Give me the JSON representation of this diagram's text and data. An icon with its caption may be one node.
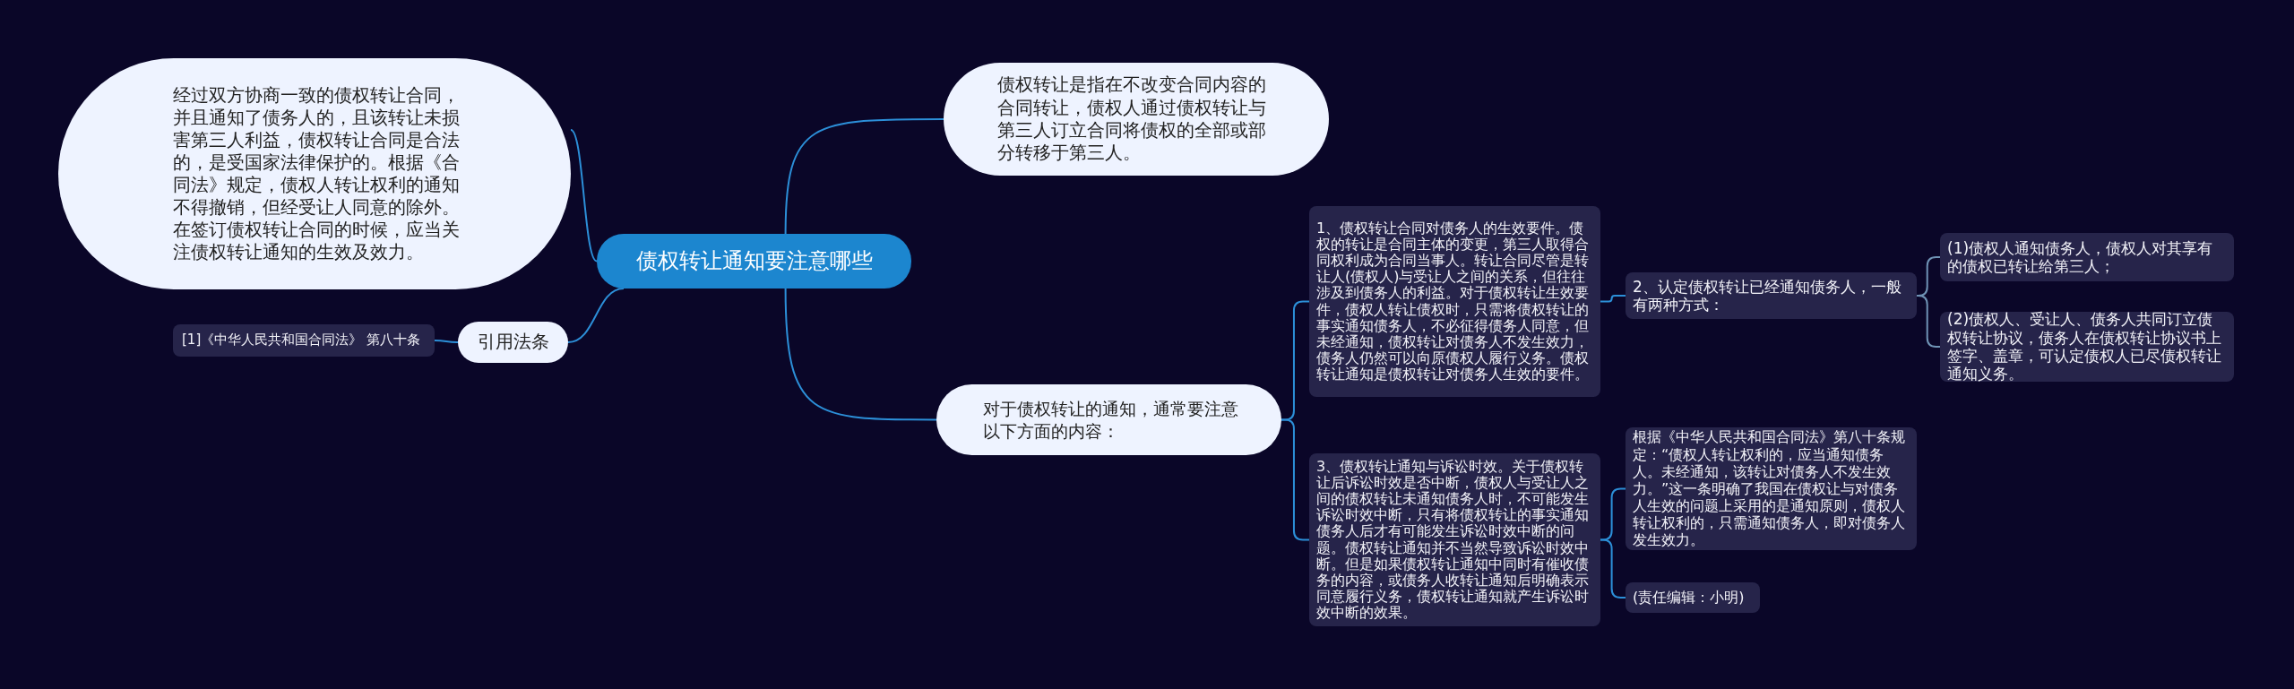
{
  "diagram": {
    "nodes": [
      {
        "text": [
          "债权转让通知要注意哪些"
        ]
      },
      {
        "text": [
          "经过双方协商一致的债权转让合同，并且通知了债务人的，且该转让未损害第三人利益，债权转让合同是合法的，是受国家法律保护的。根据《合同法》规定，债权人转让权利的通知不得撤销，但经受让人同意的除外。在签订债权转让合同的时候，应当关注债权转让通知的生效及效力。"
        ]
      },
      {
        "text": [
          "债权转让是指在不改变合同内容的合同转让，债权人通过债权转让与第三人订立合同将债权的全部或部分转移于第三人。"
        ]
      },
      {
        "text": [
          "[1]《中华人民共和国合同法》 第八十条"
        ]
      },
      {
        "text": [
          "引用法条"
        ]
      },
      {
        "text": [
          "对于债权转让的通知，通常要注意以下方面的内容："
        ]
      },
      {
        "text": [
          "1、债权转让合同对债务人的生效要件。债权的转让是合同主体的变更，第三人取得合同权利成为合同当事人。转让合同尽管是转让人(债权人)与受让人之间的关系，但往往涉及到债务人的利益。对于债权转让生效要件，债权人转让债权时，只需将债权转让的事实通知债务人，不必征得债务人同意，但未经通知，债权转让对债务人不发生效力，债务人仍然可以向原债权人履行义务。债权转让通知是债权转让对债务人生效的要件。"
        ]
      },
      {
        "text": [
          "2、认定债权转让已经通知债务人，一般有两种方式："
        ]
      },
      {
        "text": [
          "(1)债权人通知债务人，债权人对其享有的债权已转让给第三人；"
        ]
      },
      {
        "text": [
          "(2)债权人、受让人、债务人共同订立债权转让协议，债务人在债权转让协议书上签字、盖章，可认定债权人已尽债权转让通知义务。"
        ]
      },
      {
        "text": [
          "3、债权转让通知与诉讼时效。关于债权转让后诉讼时效是否中断，债权人与受让人之间的债权转让未通知债务人时，不可能发生诉讼时效中断，只有将债权转让的事实通知债务人后才有可能发生诉讼时效中断的问题。债权转让通知并不当然导致诉讼时效中断。但是如果债权转让通知中同时有催收债务的内容，或债务人收转让通知后明确表示同意履行义务，债权转让通知就产生诉讼时效中断的效果。"
        ]
      },
      {
        "text": [
          "根据《中华人民共和国合同法》第八十条规定：“债权人转让权利的，应当通知债务人。未经通知，该转让对债务人不发生效力。”这一条明确了我国在债权让与对债务人生效的问题上采用的是通知原则，债权人转让权利的，只需通知债务人，即对债务人发生效力。"
        ]
      },
      {
        "text": [
          "(责任编辑：小明)"
        ]
      }
    ],
    "edges": [
      {
        "from": 0,
        "to": 1,
        "arrow": "none"
      },
      {
        "from": 0,
        "to": 2,
        "arrow": "none"
      },
      {
        "from": 4,
        "to": 3,
        "arrow": "none"
      },
      {
        "from": 0,
        "to": 4,
        "arrow": "none"
      },
      {
        "from": 0,
        "to": 5,
        "arrow": "none"
      },
      {
        "from": 5,
        "to": 6,
        "arrow": "none"
      },
      {
        "from": 6,
        "to": 7,
        "arrow": "none"
      },
      {
        "from": 7,
        "to": 8,
        "arrow": "none",
        "color": "#6f93b5"
      },
      {
        "from": 7,
        "to": 9,
        "arrow": "none",
        "color": "#6f93b5"
      },
      {
        "from": 5,
        "to": 10,
        "arrow": "none"
      },
      {
        "from": 10,
        "to": 11,
        "arrow": "none"
      },
      {
        "from": 10,
        "to": 12,
        "arrow": "none"
      }
    ]
  }
}
